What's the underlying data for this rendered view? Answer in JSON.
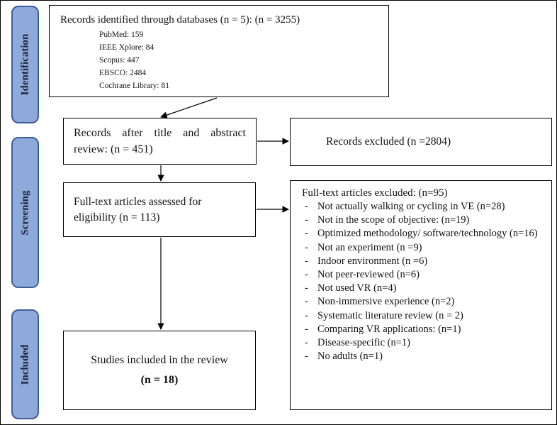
{
  "phases": {
    "identification": "Identification",
    "screening": "Screening",
    "included": "Included"
  },
  "identified": {
    "title": "Records identified through databases (n = 5): (n = 3255)",
    "sources": [
      "PubMed: 159",
      "IEEE Xplore: 84",
      "Scopus: 447",
      "EBSCO: 2484",
      "Cochrane Library: 81"
    ]
  },
  "after_review": {
    "text": "Records after title and abstract review: (n = 451)"
  },
  "records_excluded": {
    "text": "Records excluded (n =2804)"
  },
  "fulltext_assessed": {
    "text": "Full-text articles assessed for eligibility (n = 113)"
  },
  "fulltext_excluded": {
    "title": "Full-text articles excluded: (n=95)",
    "reasons": [
      "Not actually walking or cycling in VE (n=28)",
      "Not in the scope of objective: (n=19)",
      "Optimized methodology/ software/technology (n=16)",
      "Not an experiment (n =9)",
      "Indoor environment (n =6)",
      "Not peer-reviewed (n=6)",
      "Not used VR (n=4)",
      "Non-immersive experience (n=2)",
      "Systematic literature review (n = 2)",
      "Comparing VR applications: (n=1)",
      "Disease-specific (n=1)",
      "No adults (n=1)"
    ]
  },
  "included": {
    "text": "Studies included in the review",
    "count": "(n = 18)"
  }
}
